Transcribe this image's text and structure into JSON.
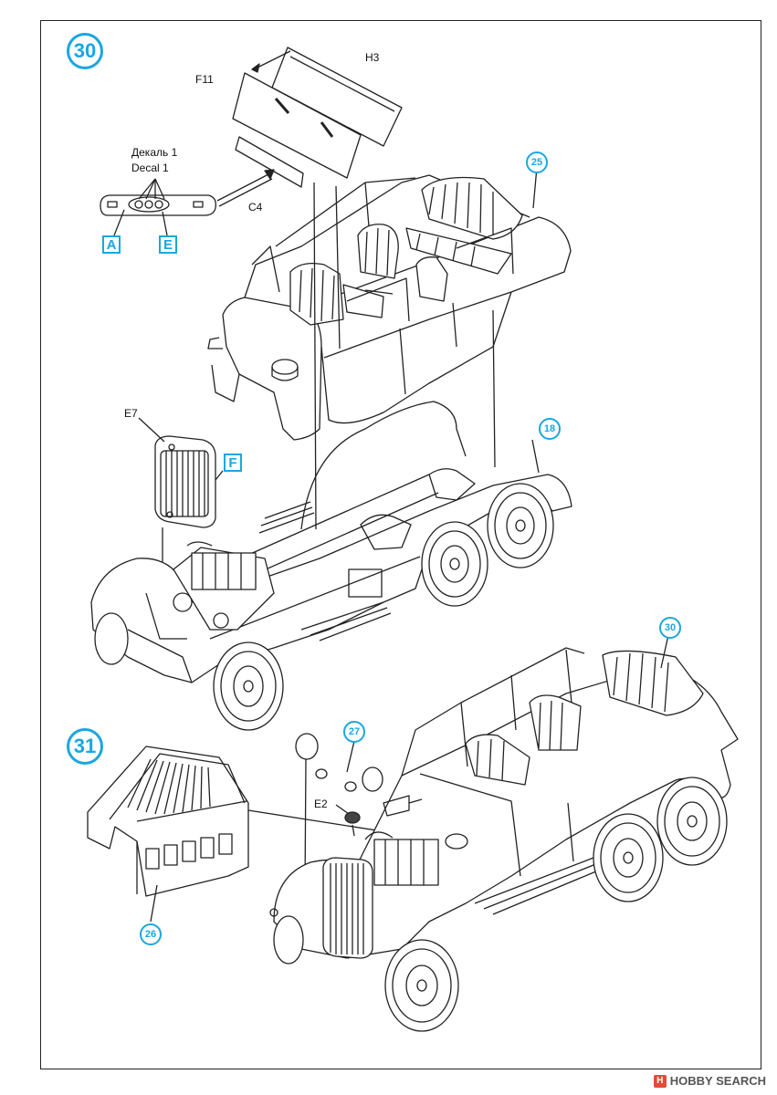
{
  "steps": {
    "s30": "30",
    "s31": "31"
  },
  "refs": {
    "r25": "25",
    "r18": "18",
    "r30": "30",
    "r27": "27",
    "r26": "26"
  },
  "boxes": {
    "a": "A",
    "e": "E",
    "f": "F"
  },
  "labels": {
    "h3": "H3",
    "f11": "F11",
    "decal_ru": "Декаль 1",
    "decal_en": "Decal 1",
    "c4": "C4",
    "e7": "E7",
    "e2": "E2"
  },
  "watermark": {
    "brand": "HOBBY SEARCH",
    "logo_letter": "H"
  },
  "colors": {
    "accent": "#1aa7df",
    "line": "#222222"
  }
}
